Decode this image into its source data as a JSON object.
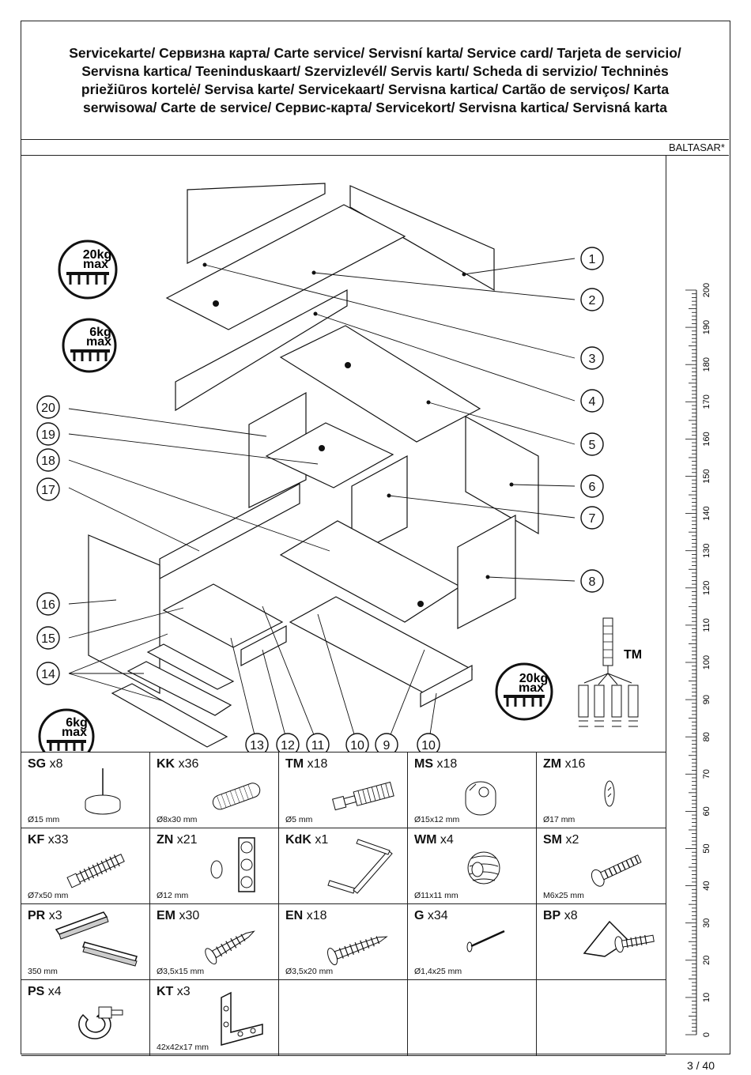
{
  "header": {
    "title_lines": [
      "Servicekarte/ Сервизна карта/ Carte  service/ Servisní karta/ Service  card/ Tarjeta de servicio/",
      "Servisna kartica/ Teeninduskaart/  Szervizlevél/ Servis kartı/ Scheda di servizio/ Techninės",
      "priežiūros kortelė/ Servisa karte/  Servicekaart/ Servisna kartica/ Cartão de serviços/ Karta",
      "serwisowa/ Carte de service/ Сервис-карта/ Servicekort/ Servisna kartica/ Servisná karta"
    ],
    "model": "BALTASAR*"
  },
  "diagram": {
    "callouts": [
      "1",
      "2",
      "3",
      "4",
      "5",
      "6",
      "7",
      "8",
      "9",
      "10",
      "10",
      "11",
      "12",
      "13",
      "14",
      "15",
      "16",
      "17",
      "18",
      "19",
      "20"
    ],
    "load_labels": [
      {
        "weight": "20kg",
        "unit": "max"
      },
      {
        "weight": "6kg",
        "unit": "max"
      },
      {
        "weight": "20kg",
        "unit": "max"
      },
      {
        "weight": "6kg",
        "unit": "max"
      }
    ],
    "tm_label": "TM"
  },
  "ruler": {
    "labels": [
      "200",
      "190",
      "180",
      "170",
      "160",
      "150",
      "140",
      "130",
      "120",
      "110",
      "100",
      "90",
      "80",
      "70",
      "60",
      "50",
      "40",
      "30",
      "20",
      "10",
      "0"
    ]
  },
  "parts": [
    {
      "code": "SG",
      "qty": "x8",
      "dim": "Ø15 mm",
      "icon": "glide-nail-icon"
    },
    {
      "code": "KK",
      "qty": "x36",
      "dim": "Ø8x30 mm",
      "icon": "wooden-dowel-icon"
    },
    {
      "code": "TM",
      "qty": "x18",
      "dim": "Ø5 mm",
      "icon": "cam-bolt-icon"
    },
    {
      "code": "MS",
      "qty": "x18",
      "dim": "Ø15x12 mm",
      "icon": "cam-lock-icon"
    },
    {
      "code": "ZM",
      "qty": "x16",
      "dim": "Ø17 mm",
      "icon": "cover-cap-icon"
    },
    {
      "code": "KF",
      "qty": "x33",
      "dim": "Ø7x50 mm",
      "icon": "confirmat-screw-icon"
    },
    {
      "code": "ZN",
      "qty": "x21",
      "dim": "Ø12 mm",
      "icon": "cap-sticker-icon"
    },
    {
      "code": "KdK",
      "qty": "x1",
      "dim": "",
      "icon": "hex-key-icon"
    },
    {
      "code": "WM",
      "qty": "x4",
      "dim": "Ø11x11 mm",
      "icon": "threaded-insert-icon"
    },
    {
      "code": "SM",
      "qty": "x2",
      "dim": "M6x25 mm",
      "icon": "bolt-icon"
    },
    {
      "code": "PR",
      "qty": "x3",
      "dim": "350 mm",
      "icon": "drawer-runner-icon"
    },
    {
      "code": "EM",
      "qty": "x30",
      "dim": "Ø3,5x15 mm",
      "icon": "short-screw-icon"
    },
    {
      "code": "EN",
      "qty": "x18",
      "dim": "Ø3,5x20 mm",
      "icon": "long-screw-icon"
    },
    {
      "code": "G",
      "qty": "x34",
      "dim": "Ø1,4x25 mm",
      "icon": "nail-icon"
    },
    {
      "code": "BP",
      "qty": "x8",
      "dim": "",
      "icon": "corner-block-icon"
    },
    {
      "code": "PS",
      "qty": "x4",
      "dim": "",
      "icon": "shelf-support-icon"
    },
    {
      "code": "KT",
      "qty": "x3",
      "dim": "42x42x17 mm",
      "icon": "angle-bracket-icon"
    }
  ],
  "page": "3 / 40"
}
